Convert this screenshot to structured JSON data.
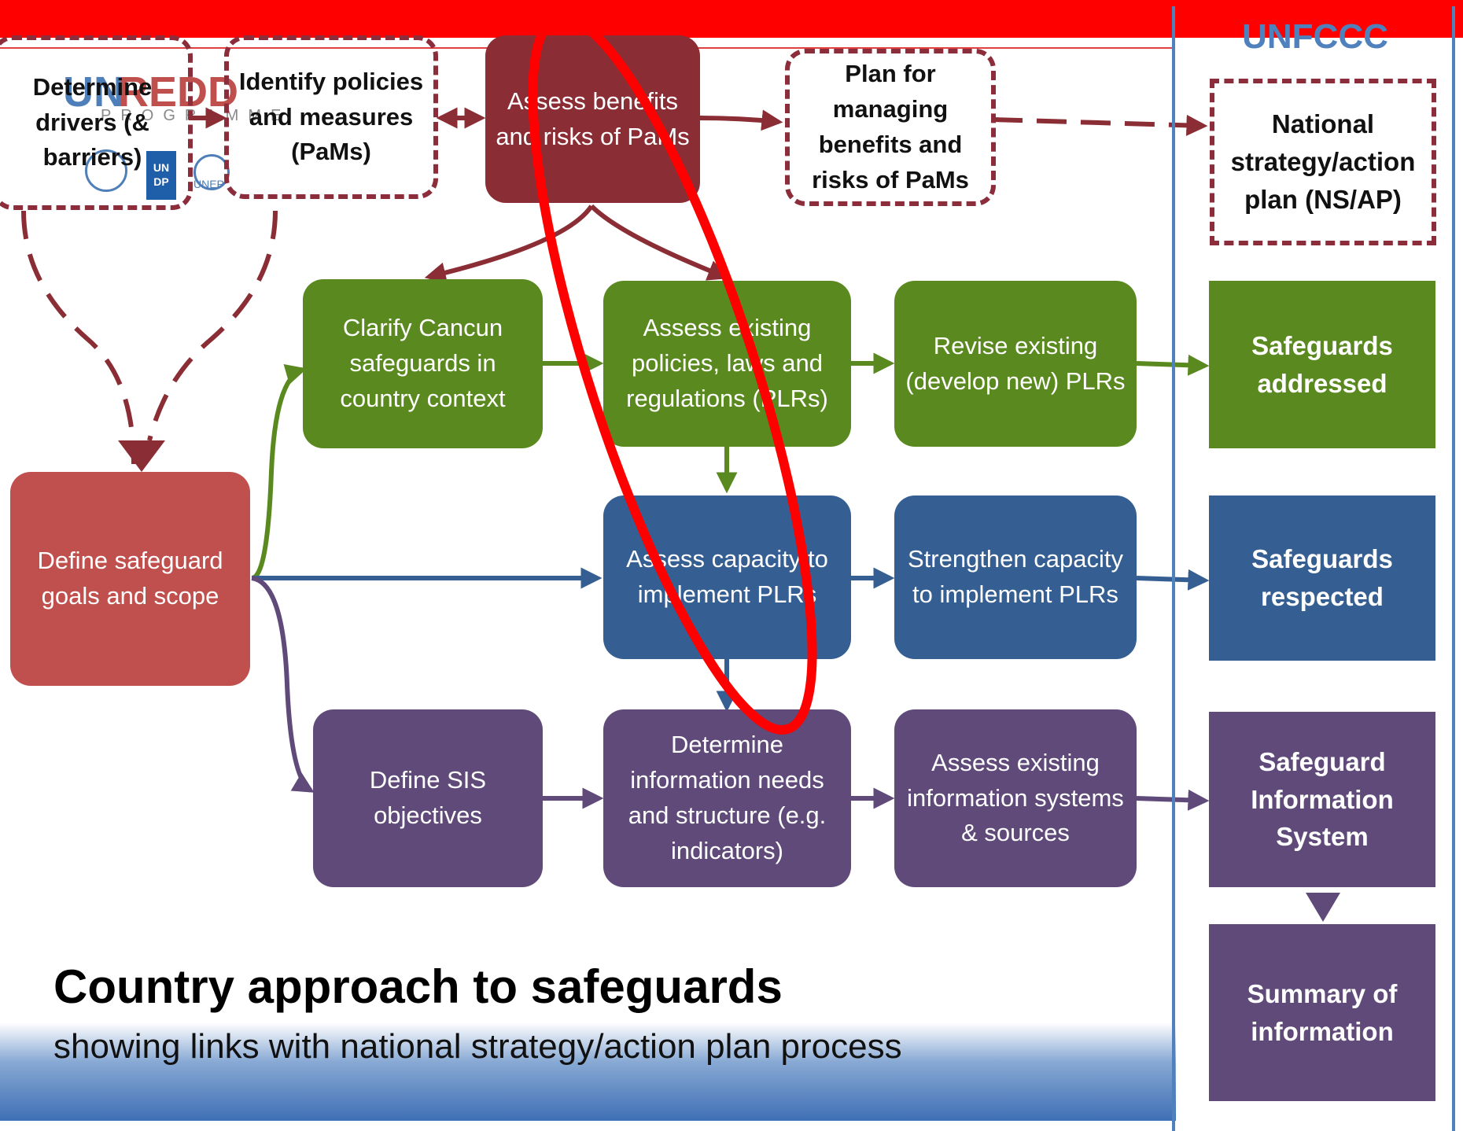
{
  "header": {
    "org": "UNFCCC"
  },
  "logo": {
    "brand_left": "UN",
    "brand_right": "REDD",
    "program": "PROGRAMME",
    "agency1": "UN",
    "agency2": "DP",
    "agency3": "UNEP"
  },
  "top_row": {
    "determine_drivers": "Determine drivers (& barriers)",
    "identify_pams": "Identify policies and measures (PaMs)",
    "assess_benefits": "Assess benefits and risks of PaMs",
    "plan_managing": "Plan for managing benefits and risks of PaMs",
    "national_strategy": "National strategy/action plan (NS/AP)"
  },
  "left": {
    "define_goals": "Define safeguard goals and scope"
  },
  "green_row": {
    "clarify": "Clarify Cancun safeguards in country context",
    "assess_existing": "Assess existing policies, laws and regulations (PLRs)",
    "revise": "Revise existing (develop new) PLRs",
    "outcome": "Safeguards addressed"
  },
  "blue_row": {
    "assess_capacity": "Assess capacity to implement PLRs",
    "strengthen": "Strengthen capacity to implement PLRs",
    "outcome": "Safeguards respected"
  },
  "purple_row": {
    "define_sis": "Define SIS objectives",
    "determine_info": "Determine information needs and structure (e.g. indicators)",
    "assess_info": "Assess existing information systems & sources",
    "outcome": "Safeguard Information System",
    "summary": "Summary of information"
  },
  "footer": {
    "title": "Country approach to safeguards",
    "subtitle": "showing links with national strategy/action plan process"
  },
  "colors": {
    "top_bar": "#ff0000",
    "green": "#5a8a1f",
    "blue": "#355f92",
    "purple": "#5f4a79",
    "dark_red": "#8b2d34",
    "define_red": "#c0504d",
    "unfccc": "#4f81bd",
    "highlight": "#ff0000"
  }
}
